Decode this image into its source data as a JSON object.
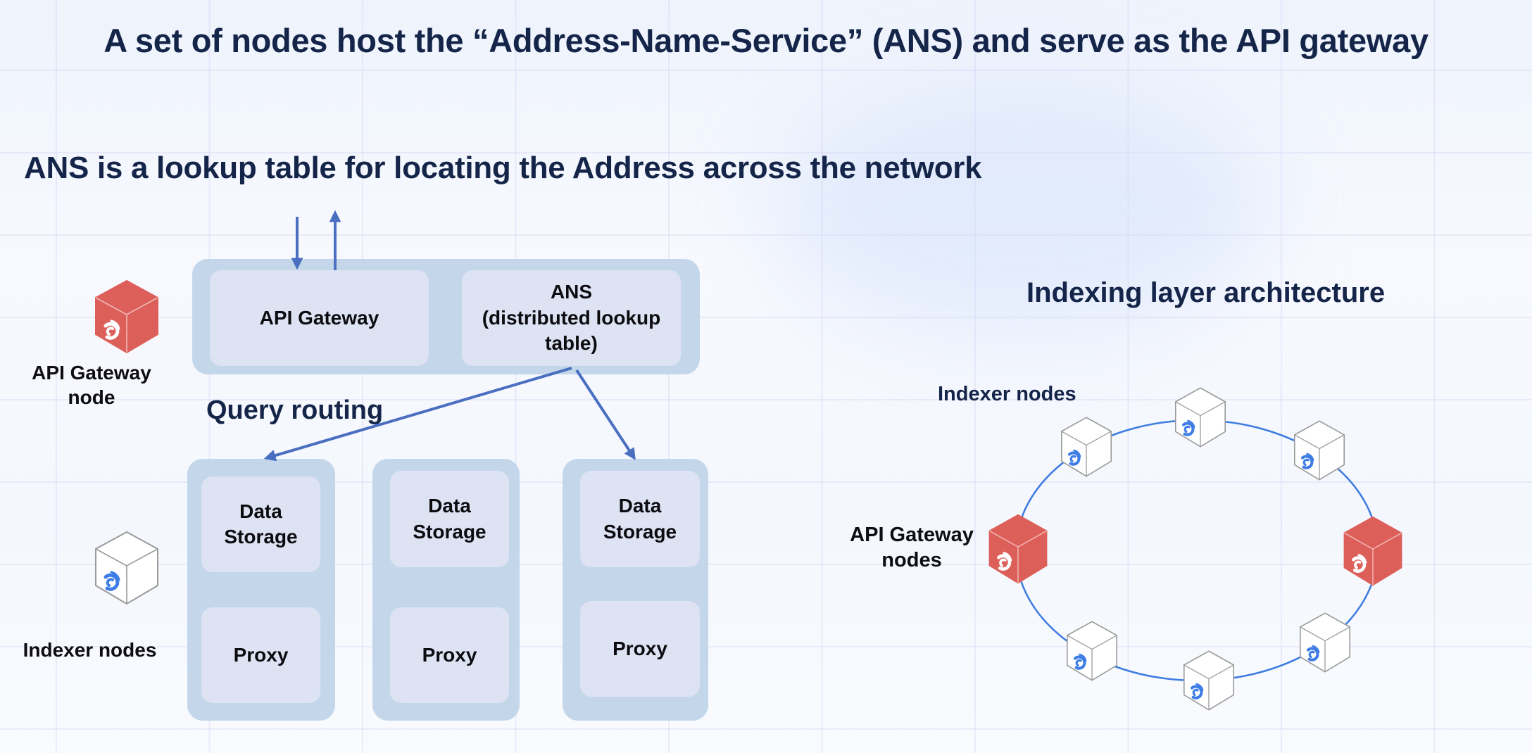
{
  "title": "A set of nodes host the “Address-Name-Service” (ANS) and serve as the API gateway",
  "subtitle": "ANS is a lookup table for locating the Address across the network",
  "left_diagram": {
    "gateway_node_label": "API Gateway node",
    "indexer_nodes_label": "Indexer nodes",
    "query_routing_label": "Query routing",
    "top_block": {
      "api_gateway": "API Gateway",
      "ans": "ANS\n(distributed lookup\ntable)"
    },
    "columns": [
      {
        "storage": "Data\nStorage",
        "proxy": "Proxy"
      },
      {
        "storage": "Data\nStorage",
        "proxy": "Proxy"
      },
      {
        "storage": "Data\nStorage",
        "proxy": "Proxy"
      }
    ]
  },
  "right_diagram": {
    "title": "Indexing layer architecture",
    "indexer_nodes_label": "Indexer nodes",
    "gateway_nodes_label": "API Gateway nodes",
    "ring_nodes": [
      "indexer",
      "indexer",
      "indexer",
      "gateway",
      "gateway",
      "indexer",
      "indexer",
      "indexer"
    ]
  },
  "colors": {
    "text_dark": "#152549",
    "box_outer": "#c4d7ea",
    "box_inner": "#dde3f3",
    "gateway_red": "#dd5f5a",
    "indexer_logo_blue": "#3f7de6",
    "ring_line": "#3d7be0",
    "arrow": "#4a6fc0"
  }
}
